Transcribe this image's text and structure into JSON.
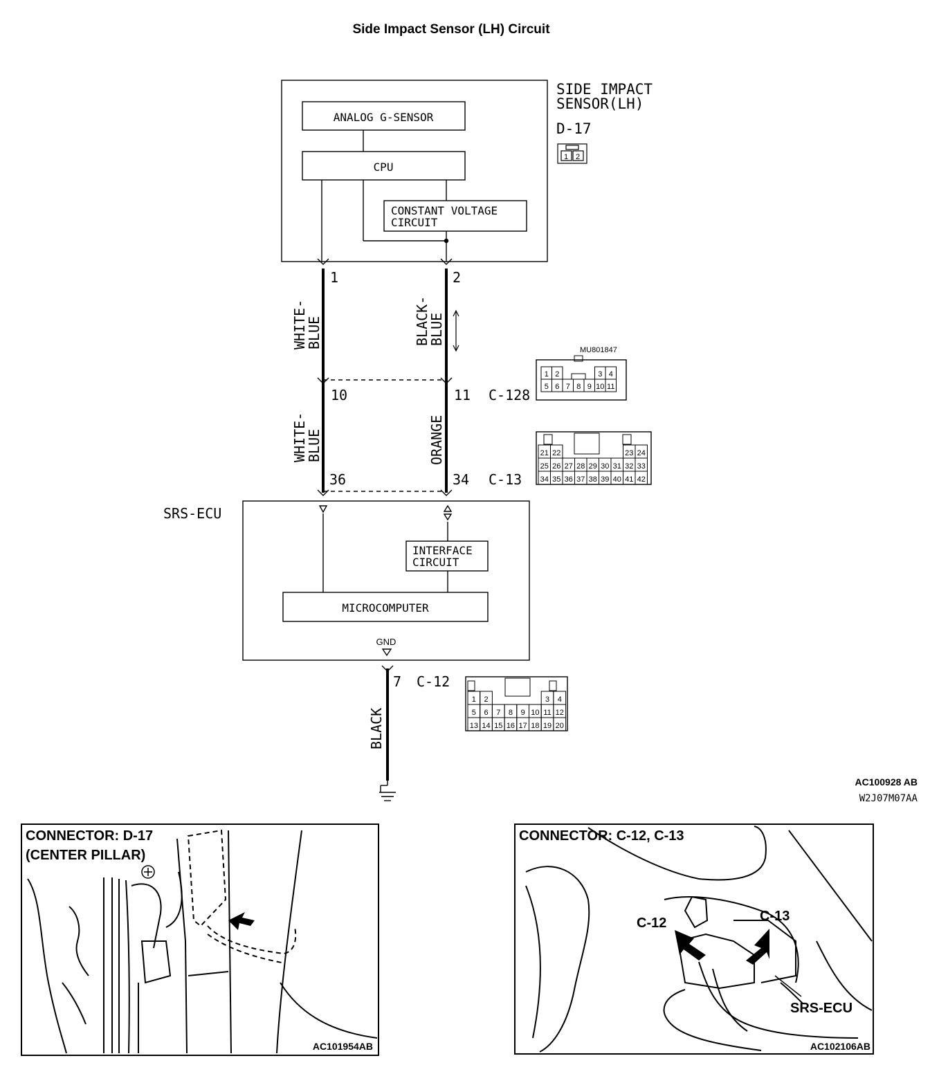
{
  "title": "Side Impact Sensor (LH) Circuit",
  "sensor": {
    "name_line1": "SIDE IMPACT",
    "name_line2": "SENSOR(LH)",
    "connector": "D-17",
    "pins": [
      "1",
      "2"
    ],
    "blocks": {
      "analog": "ANALOG G-SENSOR",
      "cpu": "CPU",
      "cv_line1": "CONSTANT VOLTAGE",
      "cv_line2": "CIRCUIT"
    }
  },
  "wires": {
    "w1_line1": "WHITE-",
    "w1_line2": "BLUE",
    "w2_line1": "BLACK-",
    "w2_line2": "BLUE",
    "w3_line1": "WHITE-",
    "w3_line2": "BLUE",
    "w4": "ORANGE",
    "w5": "BLACK"
  },
  "pin_numbers": {
    "p1": "1",
    "p2": "2",
    "p10": "10",
    "p11": "11",
    "p36": "36",
    "p34": "34",
    "p7": "7"
  },
  "connectors": {
    "c128": {
      "label": "C-128",
      "part": "MU801847",
      "row1": [
        "1",
        "2",
        "",
        "",
        "",
        "3",
        "4"
      ],
      "row2": [
        "5",
        "6",
        "7",
        "8",
        "9",
        "10",
        "11"
      ]
    },
    "c13": {
      "label": "C-13",
      "row1": [
        "21",
        "22",
        "",
        "",
        "",
        "",
        "",
        "23",
        "24"
      ],
      "row2": [
        "25",
        "26",
        "27",
        "28",
        "29",
        "30",
        "31",
        "32",
        "33"
      ],
      "row3": [
        "34",
        "35",
        "36",
        "37",
        "38",
        "39",
        "40",
        "41",
        "42"
      ]
    },
    "c12": {
      "label": "C-12",
      "row1": [
        "1",
        "2",
        "",
        "",
        "",
        "",
        "3",
        "4"
      ],
      "row2": [
        "5",
        "6",
        "7",
        "8",
        "9",
        "10",
        "11",
        "12"
      ],
      "row3": [
        "13",
        "14",
        "15",
        "16",
        "17",
        "18",
        "19",
        "20"
      ]
    }
  },
  "ecu": {
    "name": "SRS-ECU",
    "interface_line1": "INTERFACE",
    "interface_line2": "CIRCUIT",
    "micro": "MICROCOMPUTER",
    "gnd": "GND"
  },
  "codes": {
    "main": "AC100928 AB",
    "sub": "W2J07M07AA"
  },
  "photo_left": {
    "title_line1": "CONNECTOR: D-17",
    "title_line2": "(CENTER PILLAR)",
    "code": "AC101954AB"
  },
  "photo_right": {
    "title": "CONNECTOR: C-12, C-13",
    "label_c12": "C-12",
    "label_c13": "C-13",
    "label_ecu": "SRS-ECU",
    "code": "AC102106AB"
  }
}
